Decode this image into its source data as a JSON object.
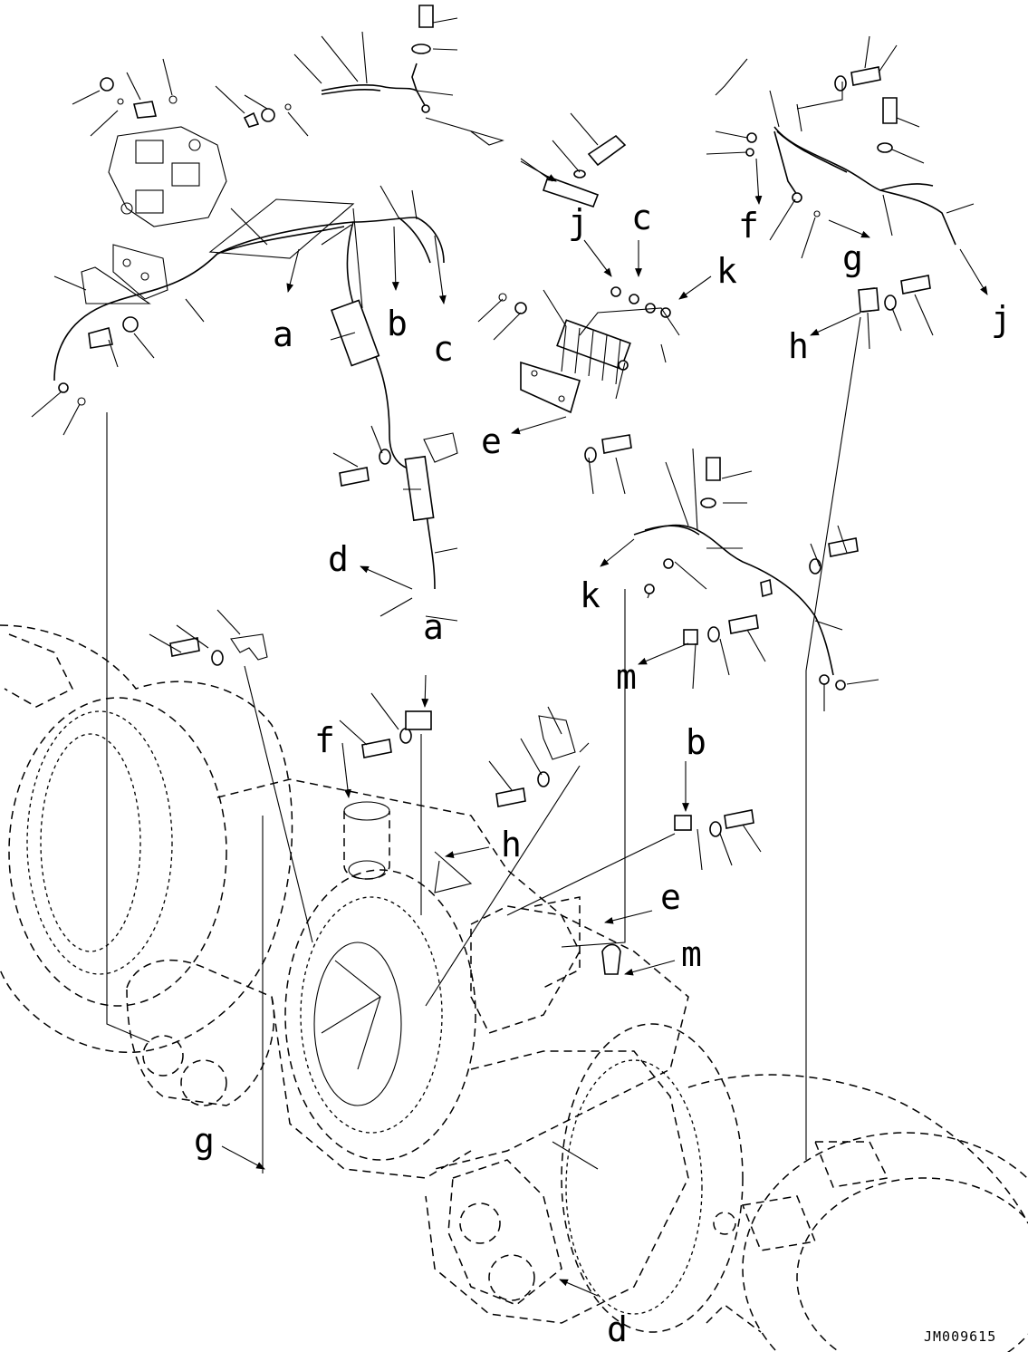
{
  "drawing_id": "JM009615",
  "callouts": [
    "a",
    "a",
    "b",
    "b",
    "c",
    "c",
    "d",
    "d",
    "e",
    "e",
    "f",
    "f",
    "g",
    "g",
    "h",
    "h",
    "j",
    "j",
    "k",
    "k",
    "m",
    "m"
  ]
}
